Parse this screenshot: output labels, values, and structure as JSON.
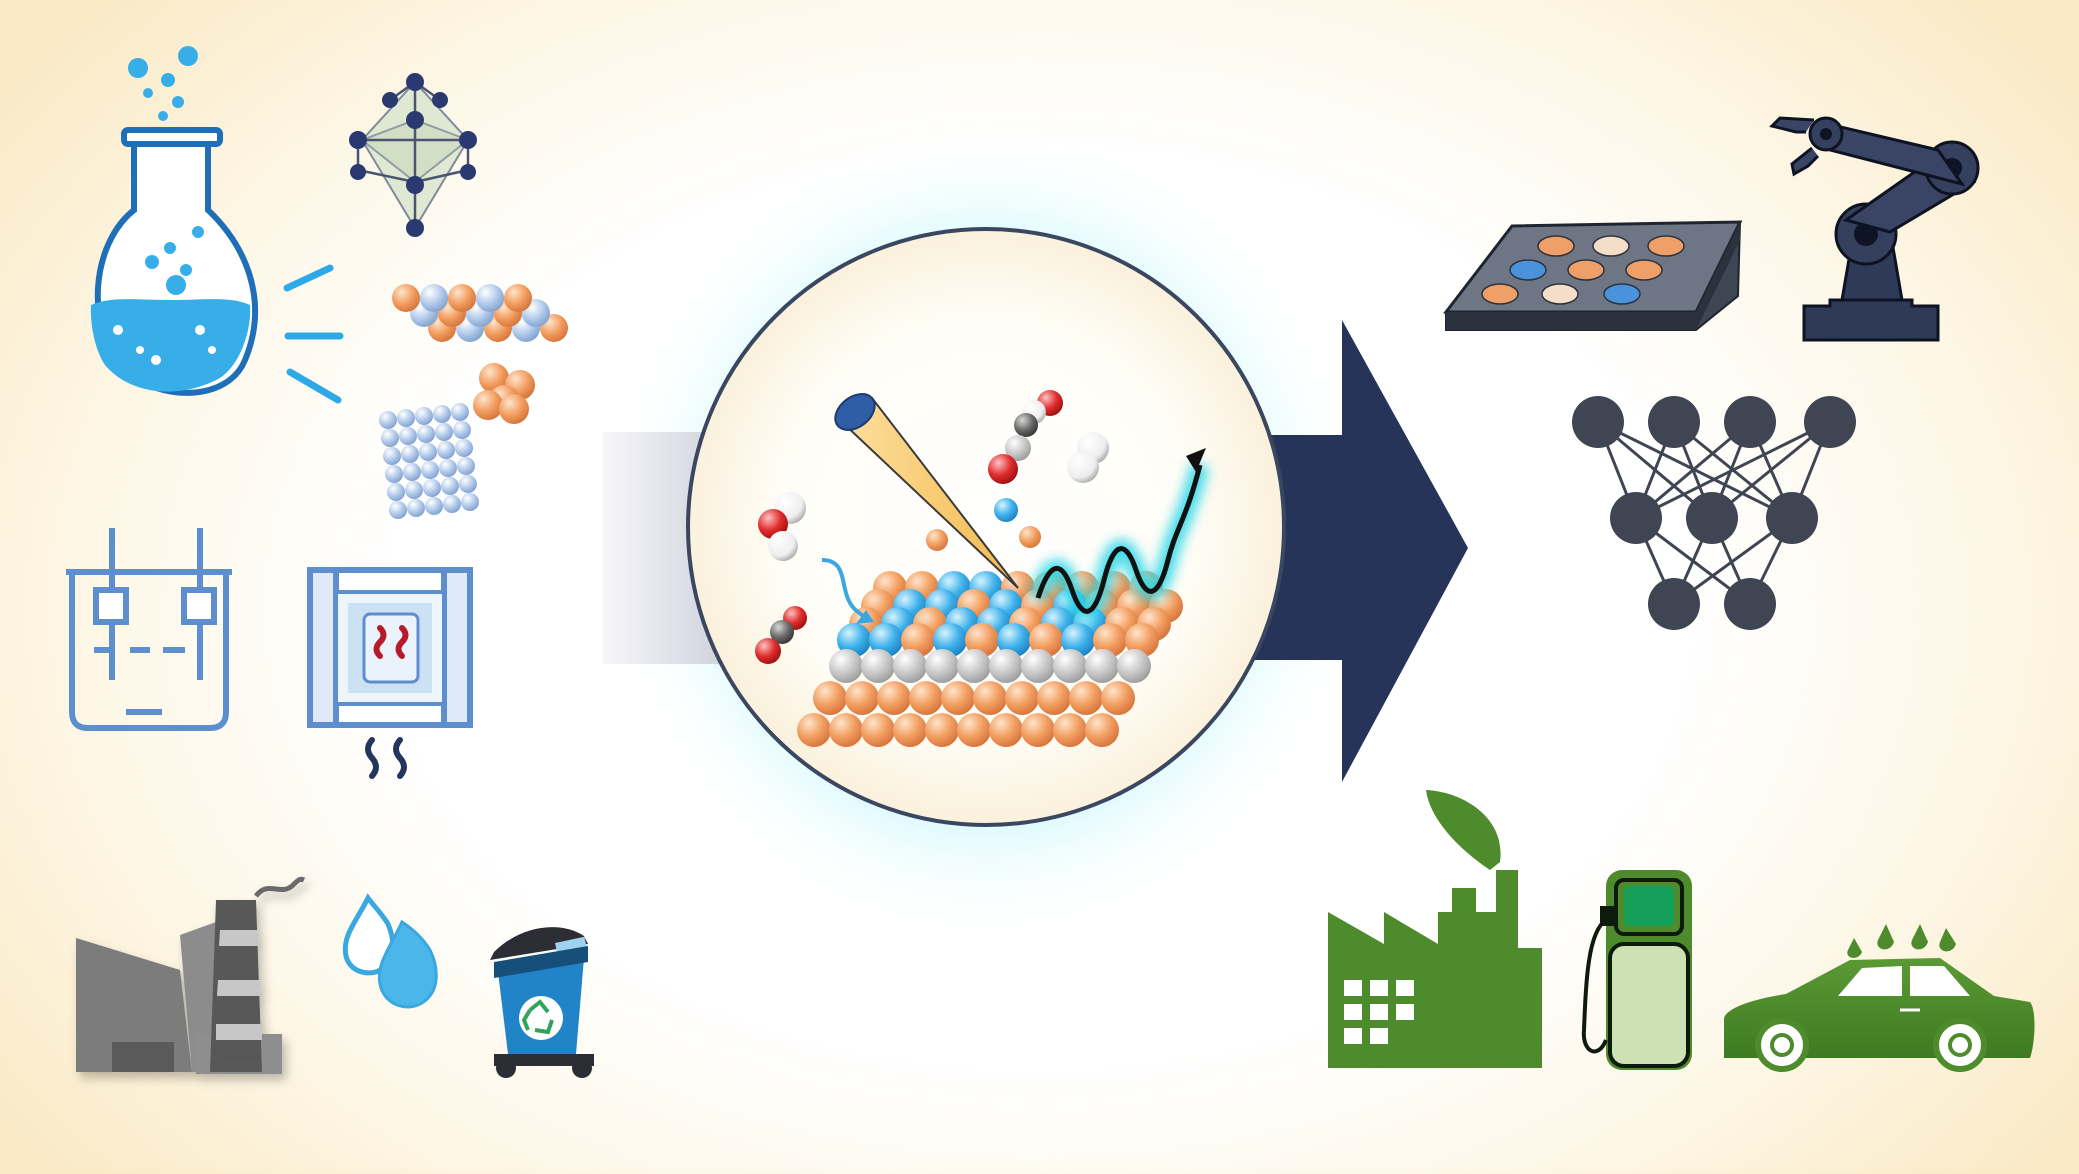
{
  "figure": {
    "kind": "graphical-abstract",
    "text_labels": [],
    "colors": {
      "background_edge": "#fae9c4",
      "background_center": "#ffffff",
      "glow": "#b2f5fb",
      "arrow": "#263459",
      "accent_blue": "#44b4ea",
      "outline_blue": "#5d8fcf",
      "sphere_orange": "#f0a068",
      "sphere_blue": "#4ab6e9",
      "sphere_gray": "#c8c8c8",
      "sphere_lightblue": "#a6c3e6",
      "dark_navy": "#2e3a55",
      "network_node": "#3f4553",
      "green": "#4e8b2c",
      "factory_gray": "#7b7b7b",
      "crimson": "#b51b29"
    },
    "left_column": {
      "icons": [
        "erlenmeyer-flask-icon",
        "crystal-lattice-icon",
        "nanoparticle-layer-icon",
        "nanoparticle-cluster-icon",
        "nanoporous-cube-icon",
        "electrochemical-cell-icon",
        "heated-reactor-icon",
        "factory-smokestack-icon",
        "water-drops-icon",
        "recycle-bin-icon"
      ]
    },
    "center": {
      "icons": [
        "input-band",
        "catalyst-surface-circle",
        "probe-tip-icon",
        "photon-wave-icon",
        "adsorbate-molecules",
        "output-arrow"
      ]
    },
    "right_column": {
      "icons": [
        "well-plate-icon",
        "robotic-arm-icon",
        "neural-network-icon",
        "green-factory-icon",
        "fuel-pump-icon",
        "eco-car-icon"
      ]
    }
  }
}
